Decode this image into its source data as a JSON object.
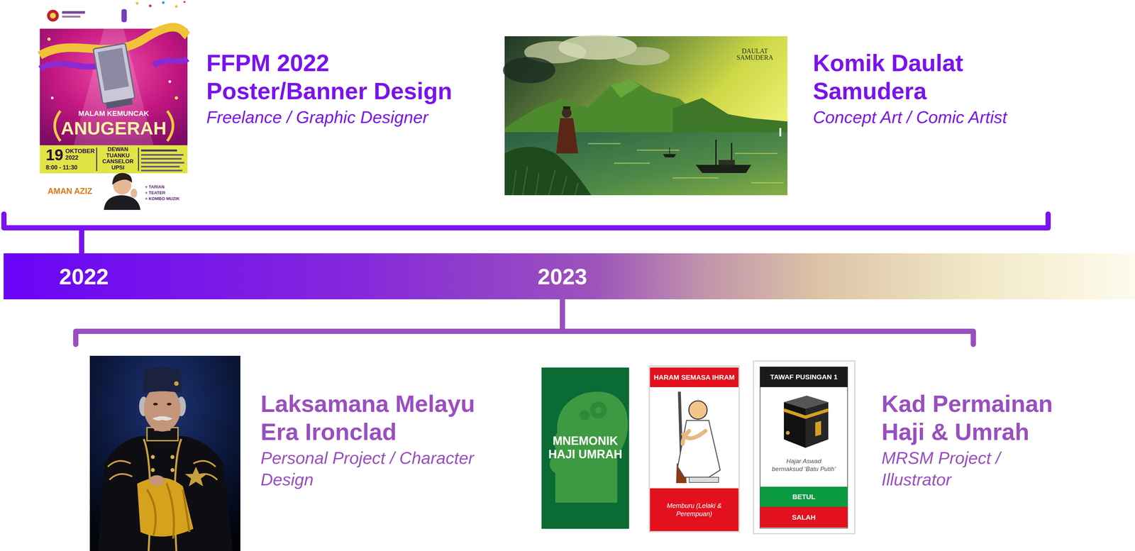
{
  "diagram": {
    "nodes": [
      {
        "text": [
          "FFPM 2022 Poster/Banner Design",
          "Freelance / Graphic Designer"
        ]
      },
      {
        "text": [
          "Komik Daulat Samudera",
          "Concept Art / Comic Artist"
        ]
      },
      {
        "text": [
          "Laksamana Melayu Era Ironclad",
          "Personal Project / Character Design"
        ]
      },
      {
        "text": [
          "Kad Permainan Haji & Umrah",
          "MRSM Project / Illustrator"
        ]
      },
      {
        "text": [
          "MNEMONIK HAJI UMRAH"
        ]
      },
      {
        "text": [
          "HARAM SEMASA IHRAM",
          "Memburu (Lelaki & Perempuan)"
        ]
      },
      {
        "text": [
          "TAWAF PUSINGAN 1",
          "Hajar Aswad bermaksud ‘Batu Putih’",
          "BETUL",
          "SALAH"
        ]
      }
    ],
    "labels": [
      "2022",
      "2023",
      "MALAM KEMUNCAK",
      "ANUGERAH",
      "19",
      "OKTOBER 2022",
      "8:00 - 11:30",
      "DEWAN TUANKU CANSELOR UPSI",
      "AMAN AZIZ",
      "+ TARIAN",
      "+ TEATER",
      "+ KOMBO MUZIK",
      "DAULAT SAMUDERA"
    ]
  }
}
